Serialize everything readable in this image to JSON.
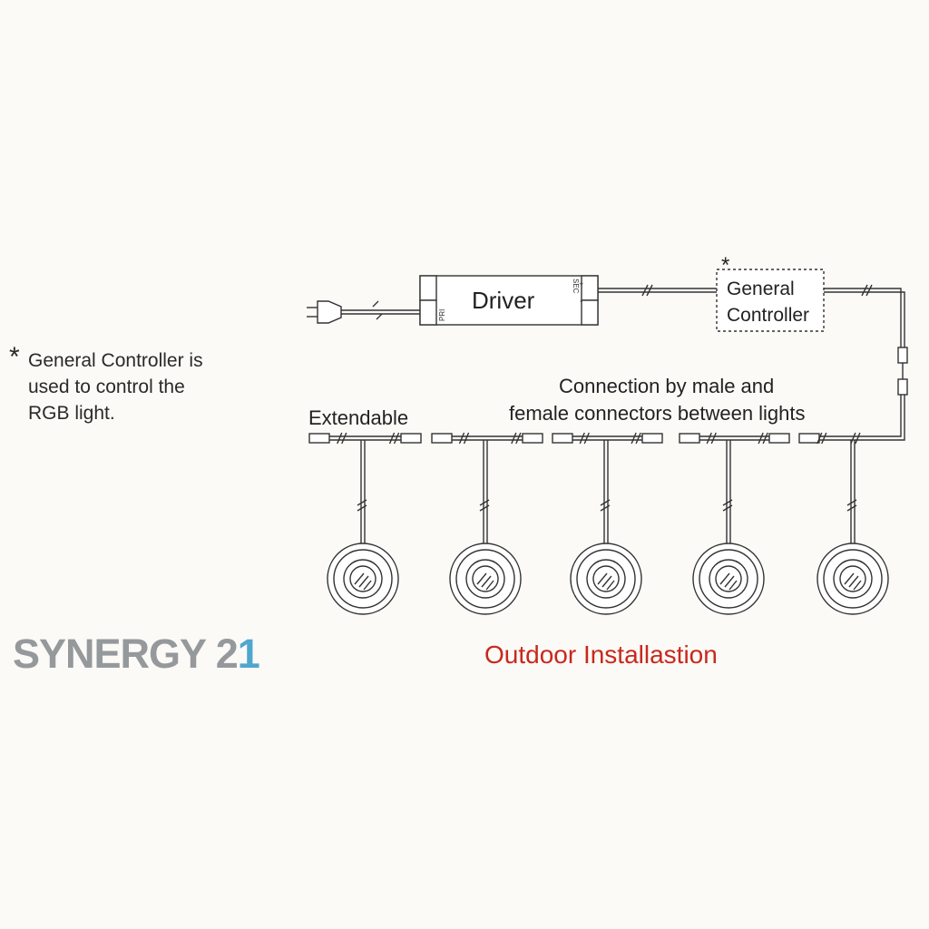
{
  "driver": {
    "label": "Driver",
    "pri": "PRI",
    "sec": "SEC"
  },
  "controller": {
    "asterisk": "*",
    "line1": "General",
    "line2": "Controller"
  },
  "note": {
    "asterisk": "*",
    "line1": "General Controller  is",
    "line2": "used to control the",
    "line3": "RGB light."
  },
  "labels": {
    "extendable": "Extendable",
    "connection_line1": "Connection by male and",
    "connection_line2": "female connectors between lights",
    "title": "Outdoor Installastion"
  },
  "brand": {
    "word": "SYNERGY",
    "digit_a": "2",
    "digit_b": "1"
  },
  "lights": {
    "count": 5
  },
  "colors": {
    "title_red": "#c8281e",
    "brand_grey": "#96999c",
    "brand_blue": "#4fa6cf",
    "line": "#333333"
  }
}
